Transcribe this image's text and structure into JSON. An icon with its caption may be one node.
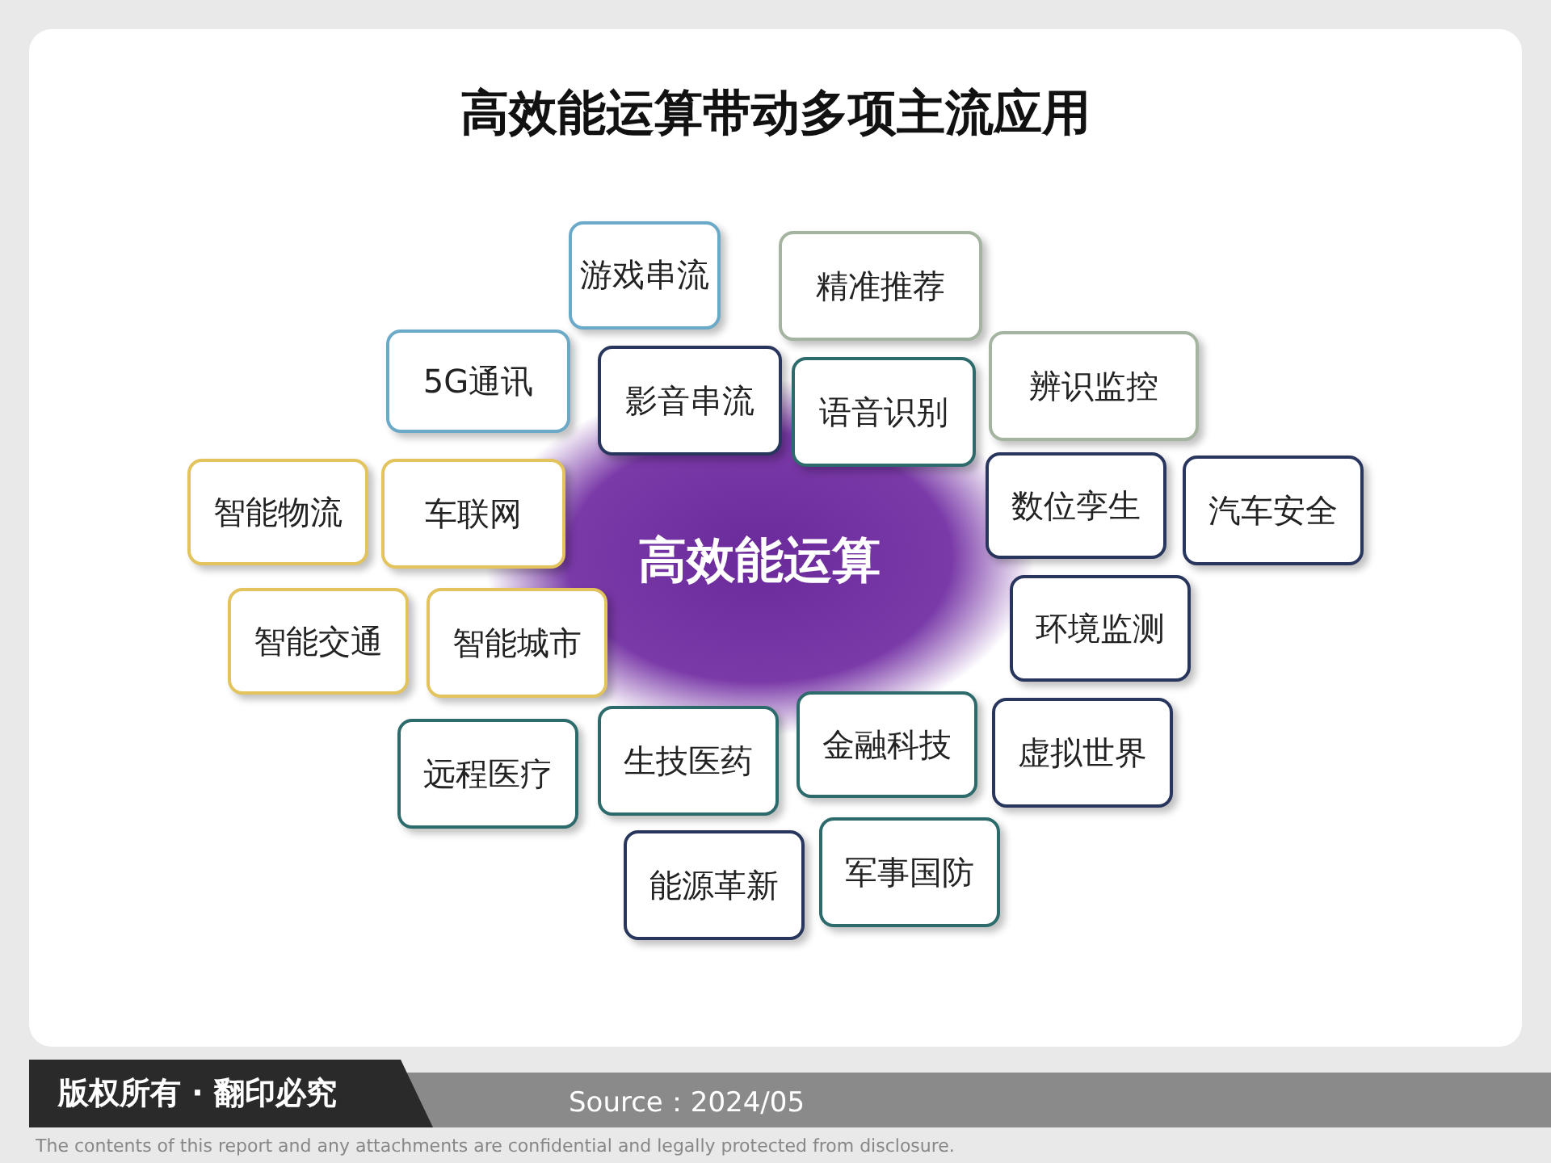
{
  "diagram": {
    "title": "高效能运算带动多项主流应用",
    "nodes": [
      {
        "text": [
          "高效能运算"
        ]
      },
      {
        "text": [
          "游戏串流"
        ]
      },
      {
        "text": [
          "精准推荐"
        ]
      },
      {
        "text": [
          "5G通讯"
        ]
      },
      {
        "text": [
          "影音串流"
        ]
      },
      {
        "text": [
          "语音识别"
        ]
      },
      {
        "text": [
          "辨识监控"
        ]
      },
      {
        "text": [
          "智能物流"
        ]
      },
      {
        "text": [
          "车联网"
        ]
      },
      {
        "text": [
          "数位孪生"
        ]
      },
      {
        "text": [
          "汽车安全"
        ]
      },
      {
        "text": [
          "智能交通"
        ]
      },
      {
        "text": [
          "智能城市"
        ]
      },
      {
        "text": [
          "环境监测"
        ]
      },
      {
        "text": [
          "远程医疗"
        ]
      },
      {
        "text": [
          "生技医药"
        ]
      },
      {
        "text": [
          "金融科技"
        ]
      },
      {
        "text": [
          "虚拟世界"
        ]
      },
      {
        "text": [
          "能源革新"
        ]
      },
      {
        "text": [
          "军事国防"
        ]
      }
    ],
    "labels": [
      "版权所有 · 翻印必究",
      "Source：2024/05",
      "The contents of this report and any attachments are confidential and legally protected from disclosure."
    ]
  }
}
